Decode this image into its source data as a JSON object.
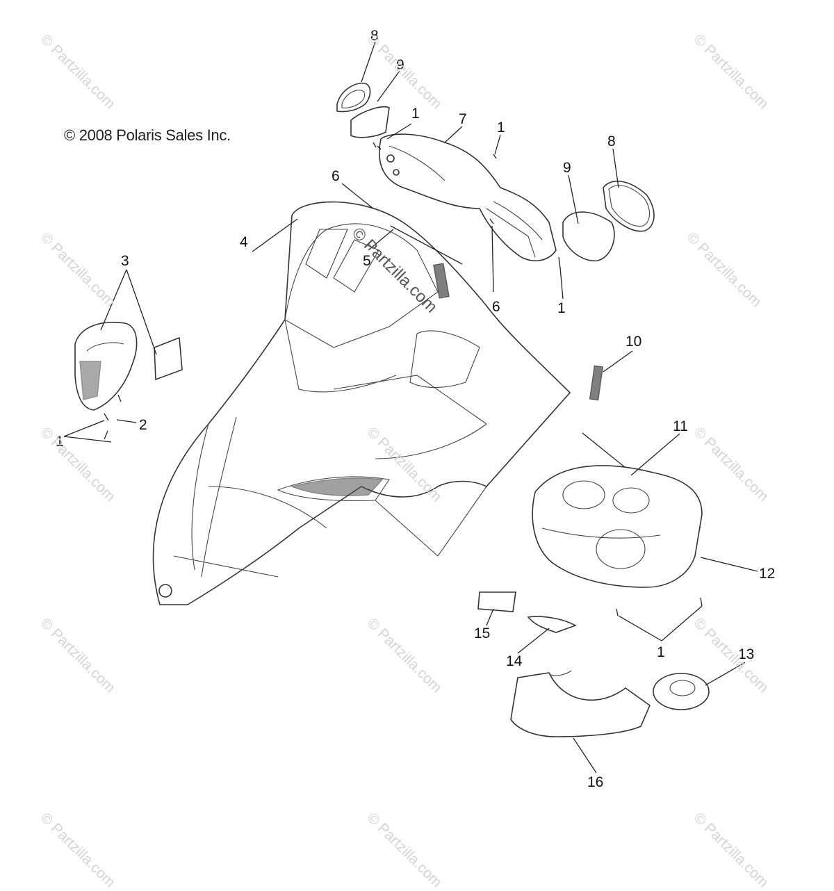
{
  "copyright": "© 2008 Polaris Sales Inc.",
  "watermark": "© Partzilla.com",
  "callouts": {
    "c1a": "1",
    "c1b": "1",
    "c1c": "1",
    "c1d": "1",
    "c1e": "1",
    "c2": "2",
    "c3": "3",
    "c4": "4",
    "c5": "5",
    "c6a": "6",
    "c6b": "6",
    "c7": "7",
    "c8a": "8",
    "c8b": "8",
    "c9a": "9",
    "c9b": "9",
    "c10": "10",
    "c11": "11",
    "c12": "12",
    "c13": "13",
    "c14": "14",
    "c15": "15",
    "c16": "16"
  }
}
